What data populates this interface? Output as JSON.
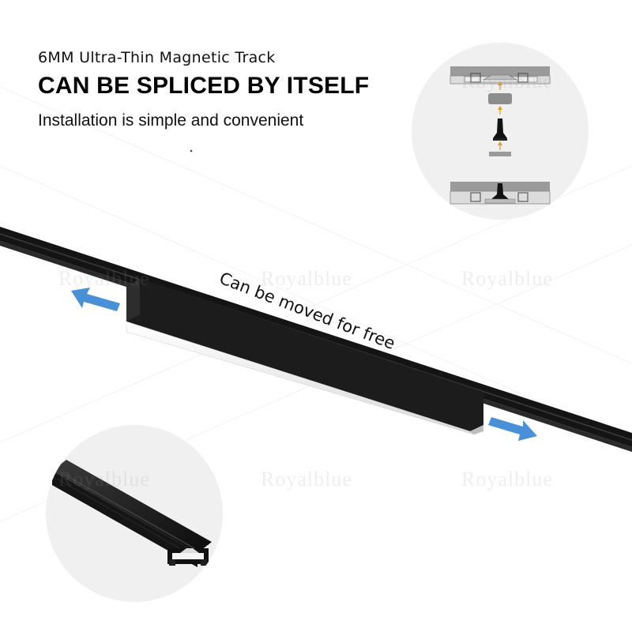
{
  "headline": {
    "subtitle": "6MM Ultra-Thin Magnetic Track",
    "title": "CAN BE SPLICED BY ITSELF",
    "note": "Installation is simple and convenient"
  },
  "callout": {
    "moved_label": "Can be moved for free"
  },
  "watermark": {
    "text": "Royalblue"
  },
  "colors": {
    "track": "#141414",
    "lamp_body": "#1c1c1c",
    "arrow": "#4a90d9",
    "circle_bg": "#f0f0f0"
  }
}
